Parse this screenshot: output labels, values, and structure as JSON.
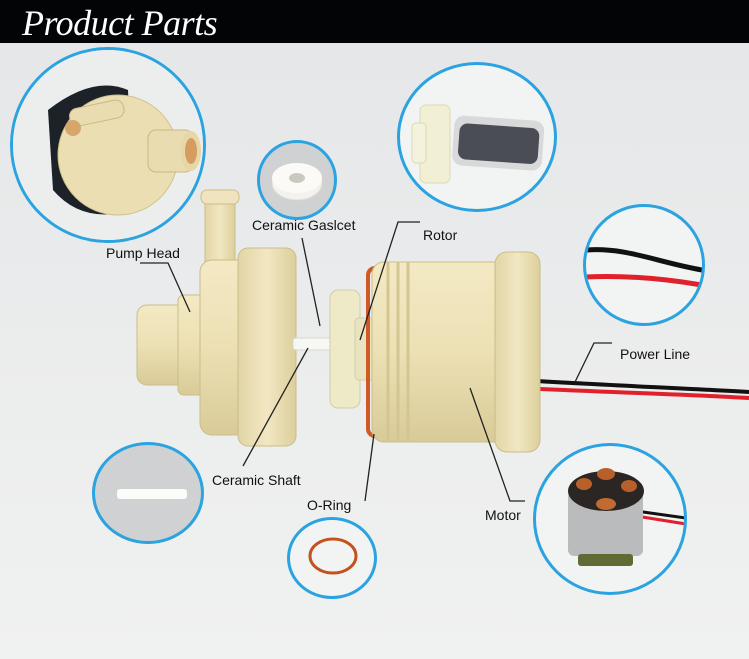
{
  "header": {
    "title": "Product Parts"
  },
  "labels": {
    "pump_head": "Pump Head",
    "ceramic_gasket": "Ceramic Gaslcet",
    "rotor": "Rotor",
    "power_line": "Power Line",
    "ceramic_shaft": "Ceramic Shaft",
    "o_ring": "O-Ring",
    "motor": "Motor"
  },
  "colors": {
    "header_bg": "#030405",
    "circle_border": "#2aa3e0",
    "part_beige": "#ece0b4",
    "o_ring": "#c2521e",
    "wire_red": "#e0202a",
    "wire_black": "#111111"
  },
  "detail_circles": [
    {
      "name": "pump-head-detail",
      "depicts": "pump head closeup"
    },
    {
      "name": "ceramic-gasket-detail",
      "depicts": "white ceramic gasket"
    },
    {
      "name": "rotor-detail",
      "depicts": "rotor with magnet"
    },
    {
      "name": "power-line-detail",
      "depicts": "black and red wires"
    },
    {
      "name": "ceramic-shaft-detail",
      "depicts": "white ceramic shaft"
    },
    {
      "name": "o-ring-detail",
      "depicts": "orange o-ring"
    },
    {
      "name": "motor-detail",
      "depicts": "stator with copper coils"
    }
  ]
}
